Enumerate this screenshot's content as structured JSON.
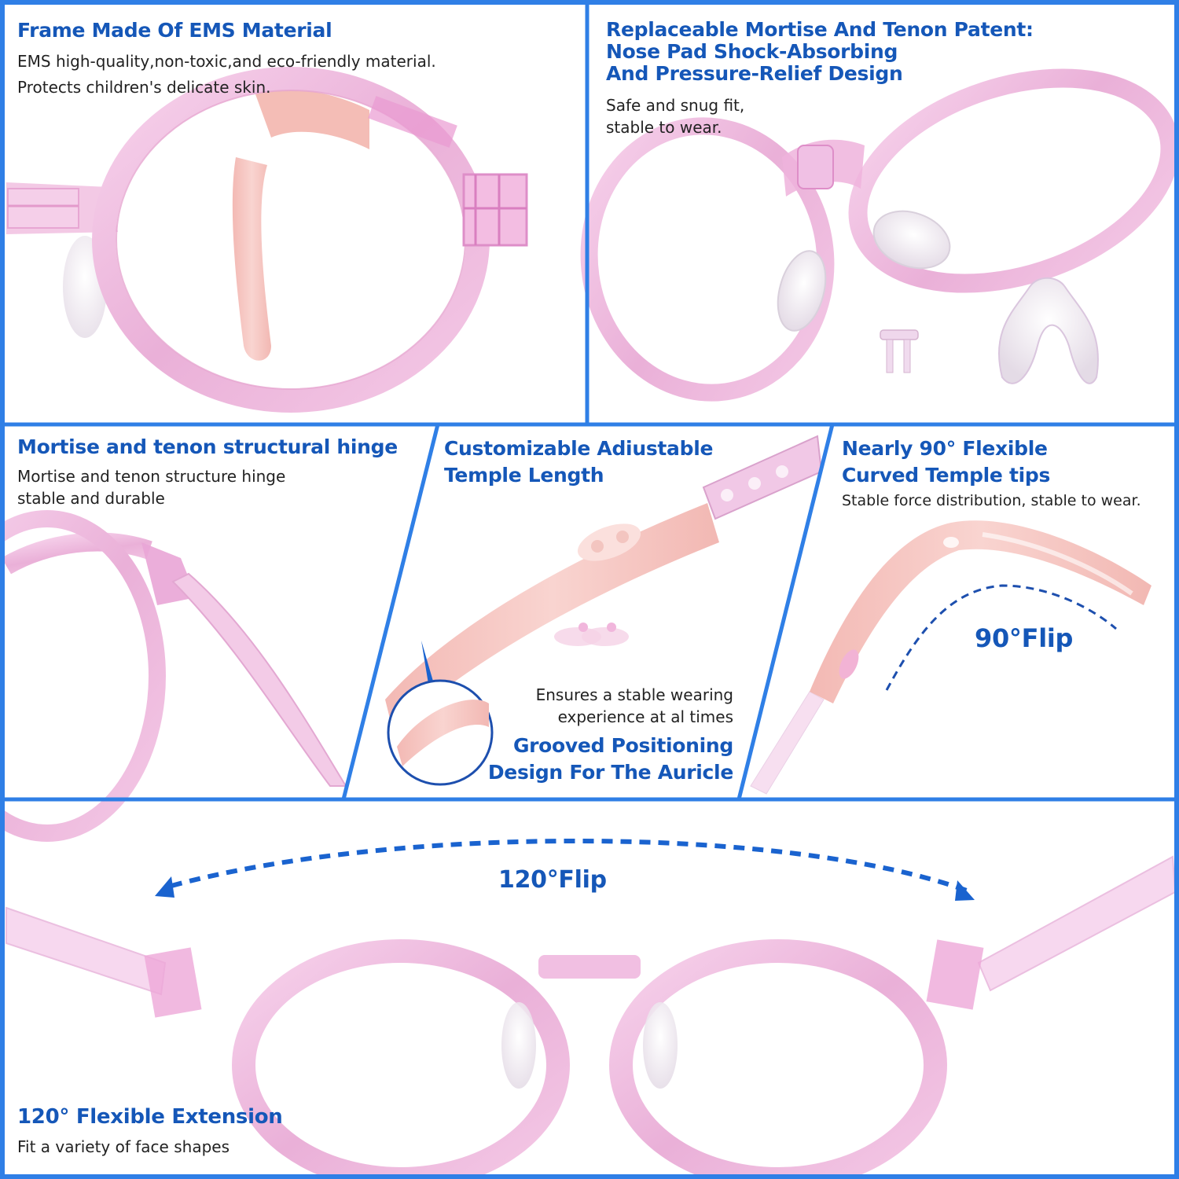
{
  "colors": {
    "border": "#2f7fe6",
    "title": "#1557b8",
    "body_text": "#222222",
    "frame_pink": "#f0b6de",
    "temple_peach": "#f6c5c2",
    "arrow_blue": "#1a63cf"
  },
  "panels": {
    "ems_material": {
      "title": "Frame Made Of EMS Material",
      "lines": [
        "EMS high-quality,non-toxic,and eco-friendly material.",
        "Protects children's delicate skin."
      ],
      "image": "pink-round-glasses-frame-with-peach-temple"
    },
    "nose_pad": {
      "title_lines": [
        "Replaceable Mortise And Tenon Patent:",
        "Nose Pad Shock-Absorbing",
        "And Pressure-Relief Design"
      ],
      "lines": [
        "Safe and snug fit,",
        "stable to wear."
      ],
      "image": "nose-pad-and-replacement-parts"
    },
    "hinge": {
      "title": "Mortise and tenon structural hinge",
      "lines": [
        "Mortise and tenon structure hinge",
        "stable and durable"
      ],
      "image": "frame-hinge-closeup"
    },
    "temple_length": {
      "title_lines": [
        "Customizable Adiustable",
        "Temple Length"
      ],
      "lines": [
        "Ensures a stable wearing",
        "experience at al times"
      ],
      "subtitle_lines": [
        "Grooved Positioning",
        "Design For The Auricle"
      ],
      "image": "adjustable-silicone-temple-sleeve"
    },
    "temple_tips": {
      "title_lines": [
        "Nearly 90° Flexible",
        "Curved Temple tips"
      ],
      "lines": [
        "Stable force distribution, stable to wear."
      ],
      "flip_label": "90°Flip",
      "image": "curved-temple-tip"
    },
    "extension": {
      "flip_label": "120°Flip",
      "title": "120° Flexible Extension",
      "lines": [
        "Fit a variety of face shapes"
      ],
      "image": "front-view-pink-glasses-open-temples"
    }
  }
}
